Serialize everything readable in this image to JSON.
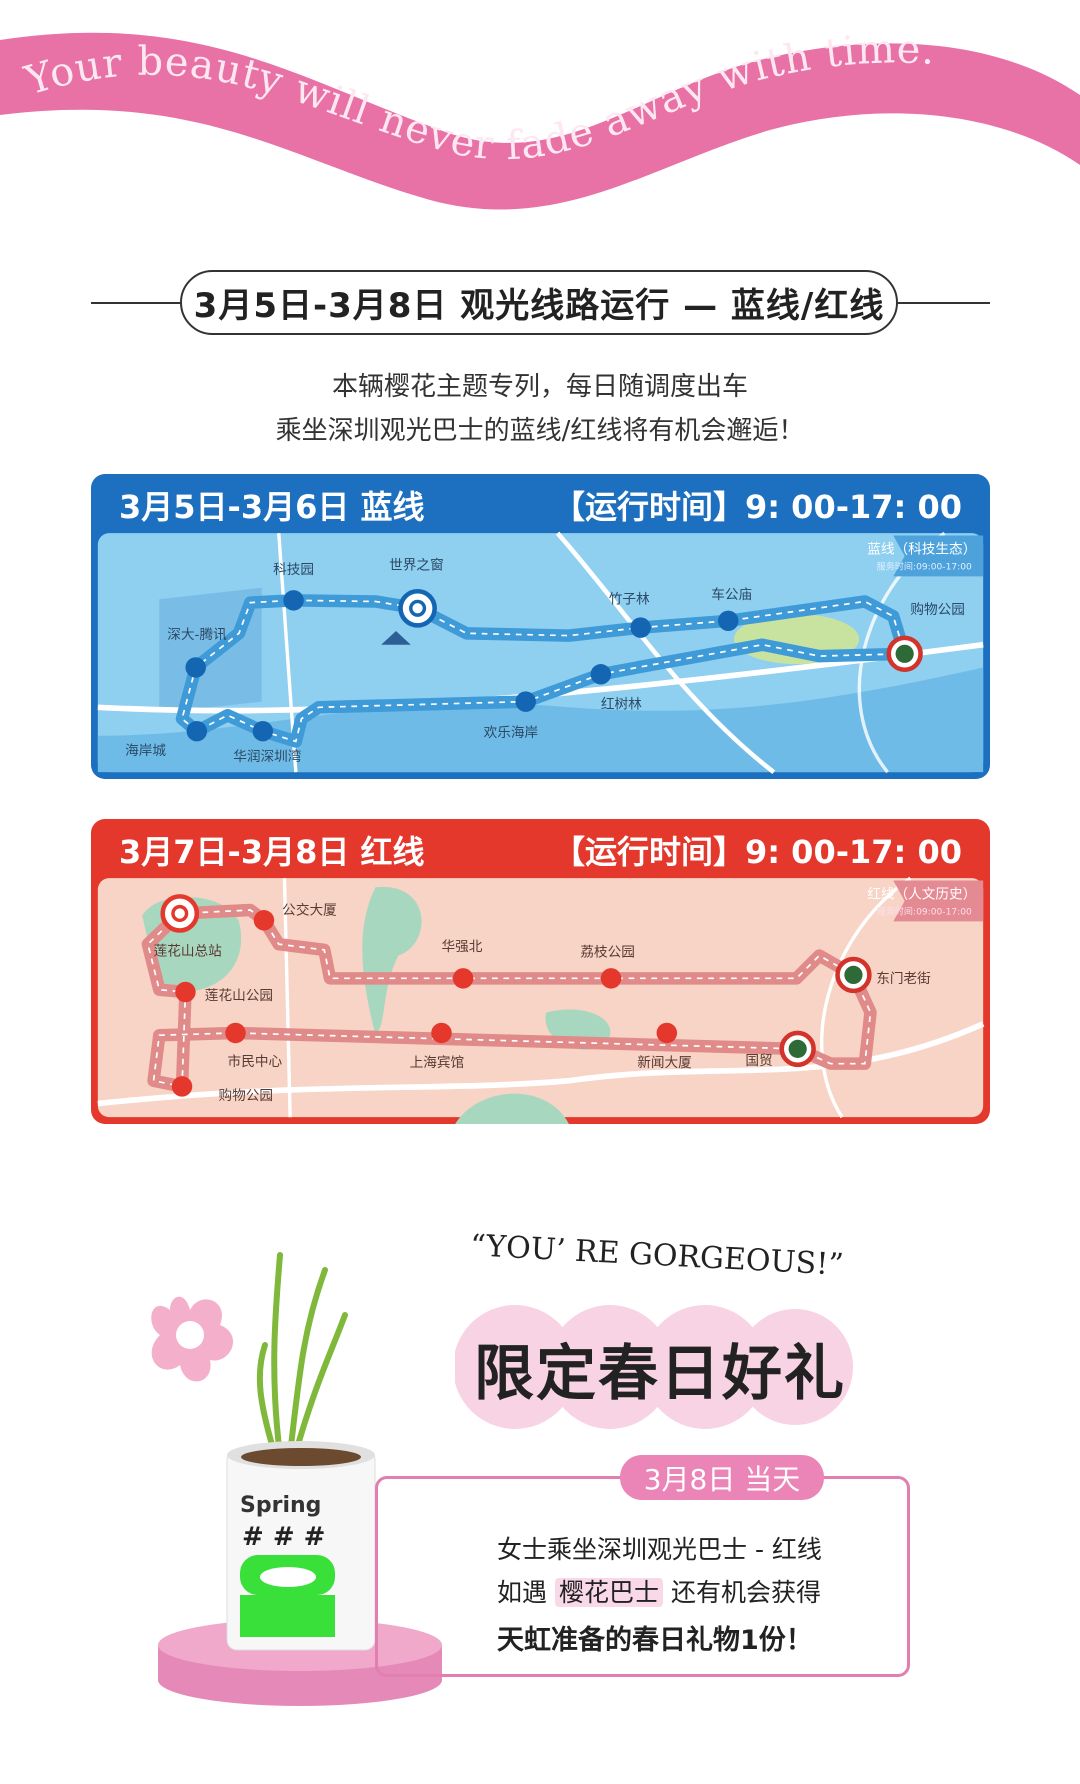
{
  "banner": {
    "text": "Your beauty will never fade away with time.",
    "color": "#e872a6"
  },
  "title": "3月5日-3月8日 观光线路运行 — 蓝线/红线",
  "intro": [
    "本辆樱花主题专列，每日随调度出车",
    "乘坐深圳观光巴士的蓝线/红线将有机会邂逅！"
  ],
  "blue_line": {
    "date_label": "3月5日-3月6日 蓝线",
    "hours_label": "【运行时间】9: 00-17: 00",
    "badge_title": "蓝线（科技生态）",
    "badge_hours": "服务时间:09:00-17:00",
    "color": "#1d6fbf",
    "stations": [
      "深大-腾讯",
      "科技园",
      "世界之窗",
      "竹子林",
      "车公庙",
      "购物公园",
      "红树林",
      "欢乐海岸",
      "华润深圳湾",
      "海岸城"
    ]
  },
  "red_line": {
    "date_label": "3月7日-3月8日 红线",
    "hours_label": "【运行时间】9: 00-17: 00",
    "badge_title": "红线（人文历史）",
    "badge_hours": "服务时间:09:00-17:00",
    "color": "#e5382c",
    "stations": [
      "莲花山总站",
      "公交大厦",
      "华强北",
      "荔枝公园",
      "东门老街",
      "国贸",
      "新闻大厦",
      "上海宾馆",
      "市民中心",
      "莲花山公园",
      "购物公园"
    ]
  },
  "gift": {
    "tagline": "“YOU’ RE GORGEOUS!”",
    "title": "限定春日好礼",
    "day_label": "3月8日 当天",
    "line1": "女士乘坐深圳观光巴士 - 红线",
    "line2_pre": "如遇",
    "line2_highlight": "樱花巴士",
    "line2_post": "还有机会获得",
    "line3": "天虹准备的春日礼物1份！",
    "can_text": "Spring"
  }
}
